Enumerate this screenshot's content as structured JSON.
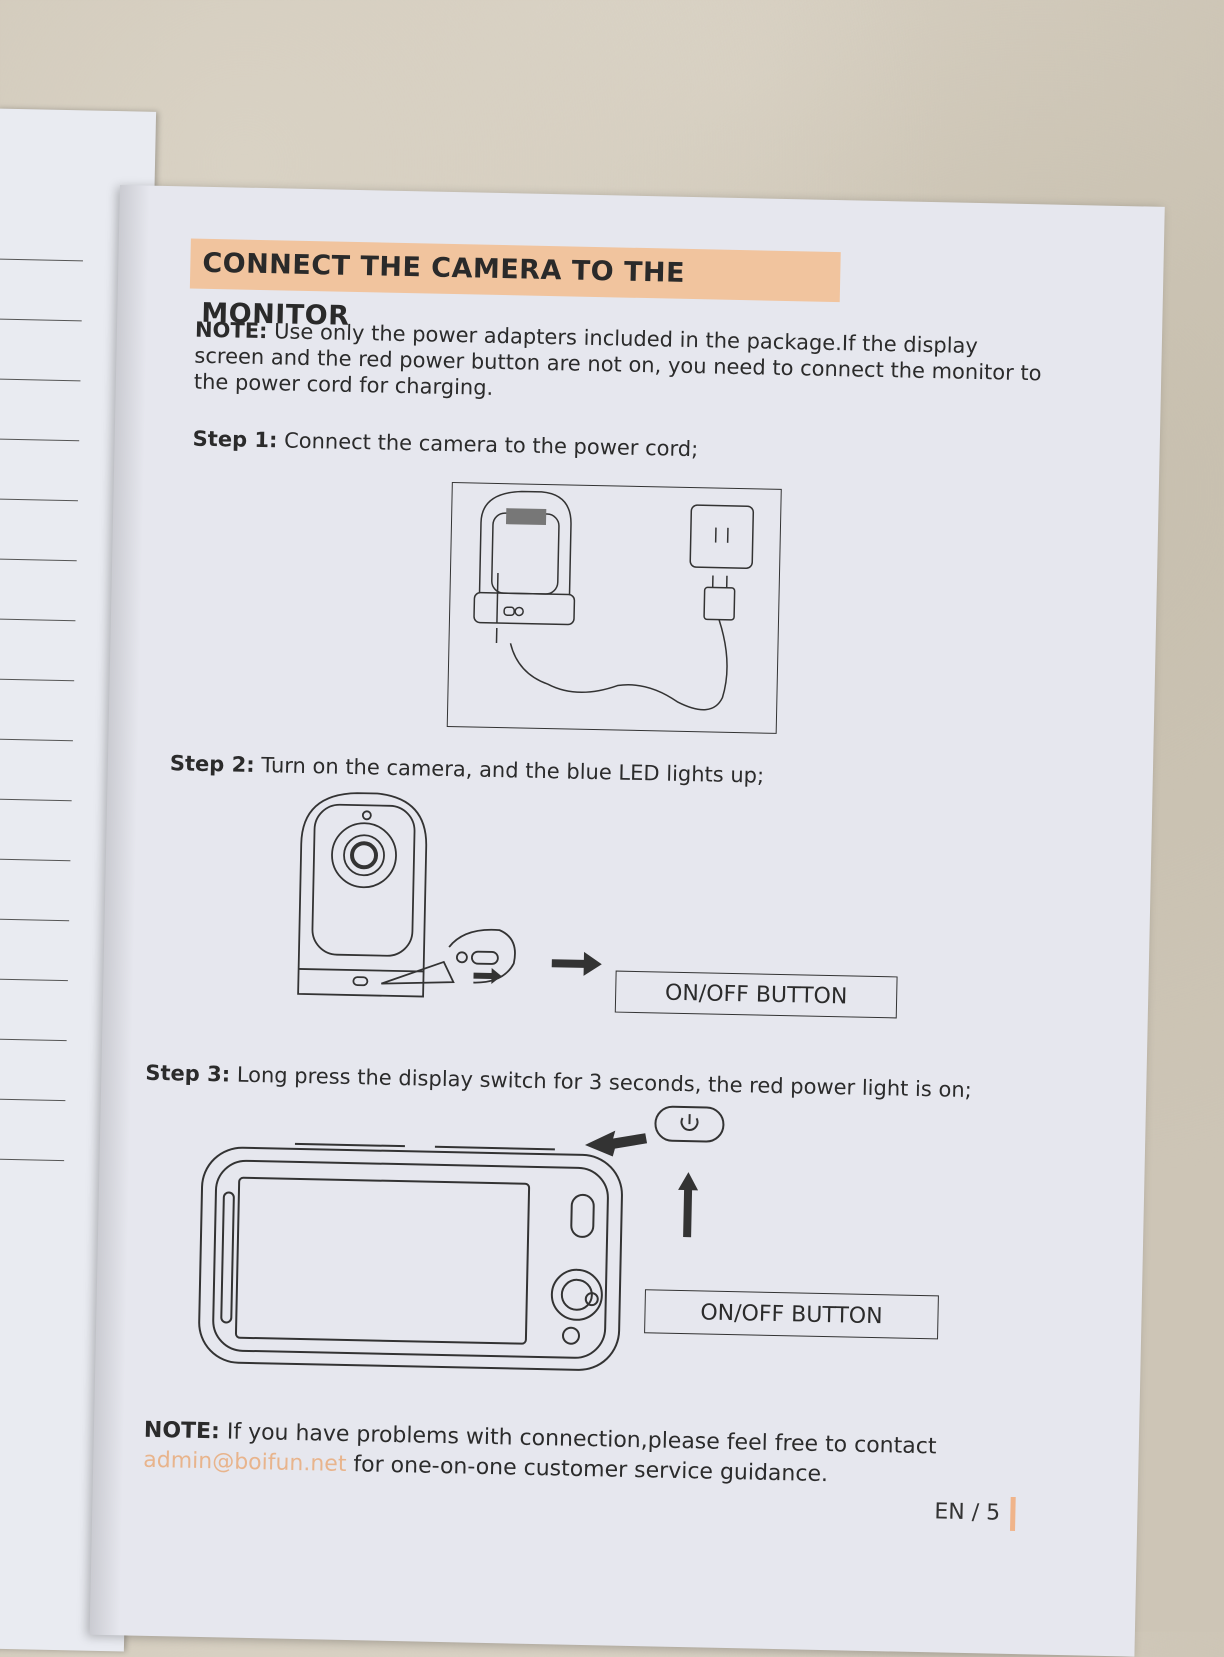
{
  "header": {
    "title": "CONNECT THE CAMERA TO THE MONITOR"
  },
  "note_top": {
    "label": "NOTE:",
    "text": " Use only the power adapters included in the package.If the display screen and the red power button are not on, you need to connect the monitor to the power cord for charging."
  },
  "steps": [
    {
      "label": "Step 1:",
      "text": " Connect the camera to the power cord;"
    },
    {
      "label": "Step 2:",
      "text": " Turn on the camera, and the blue LED lights up;"
    },
    {
      "label": "Step 3:",
      "text": " Long press the display switch for 3 seconds, the red power light is on;"
    }
  ],
  "figures": {
    "step2_button_label": "ON/OFF BUTTON",
    "step3_button_label": "ON/OFF BUTTON"
  },
  "note_bottom": {
    "label": "NOTE:",
    "text_before": " If you have problems with connection,please feel free to contact",
    "email": "admin@boifun.net",
    "text_after": " for one-on-one customer service guidance."
  },
  "footer": {
    "page": "EN / 5"
  },
  "colors": {
    "accent": "#f1c49e",
    "email": "#e8b48c",
    "page_mark": "#f0b48a"
  }
}
